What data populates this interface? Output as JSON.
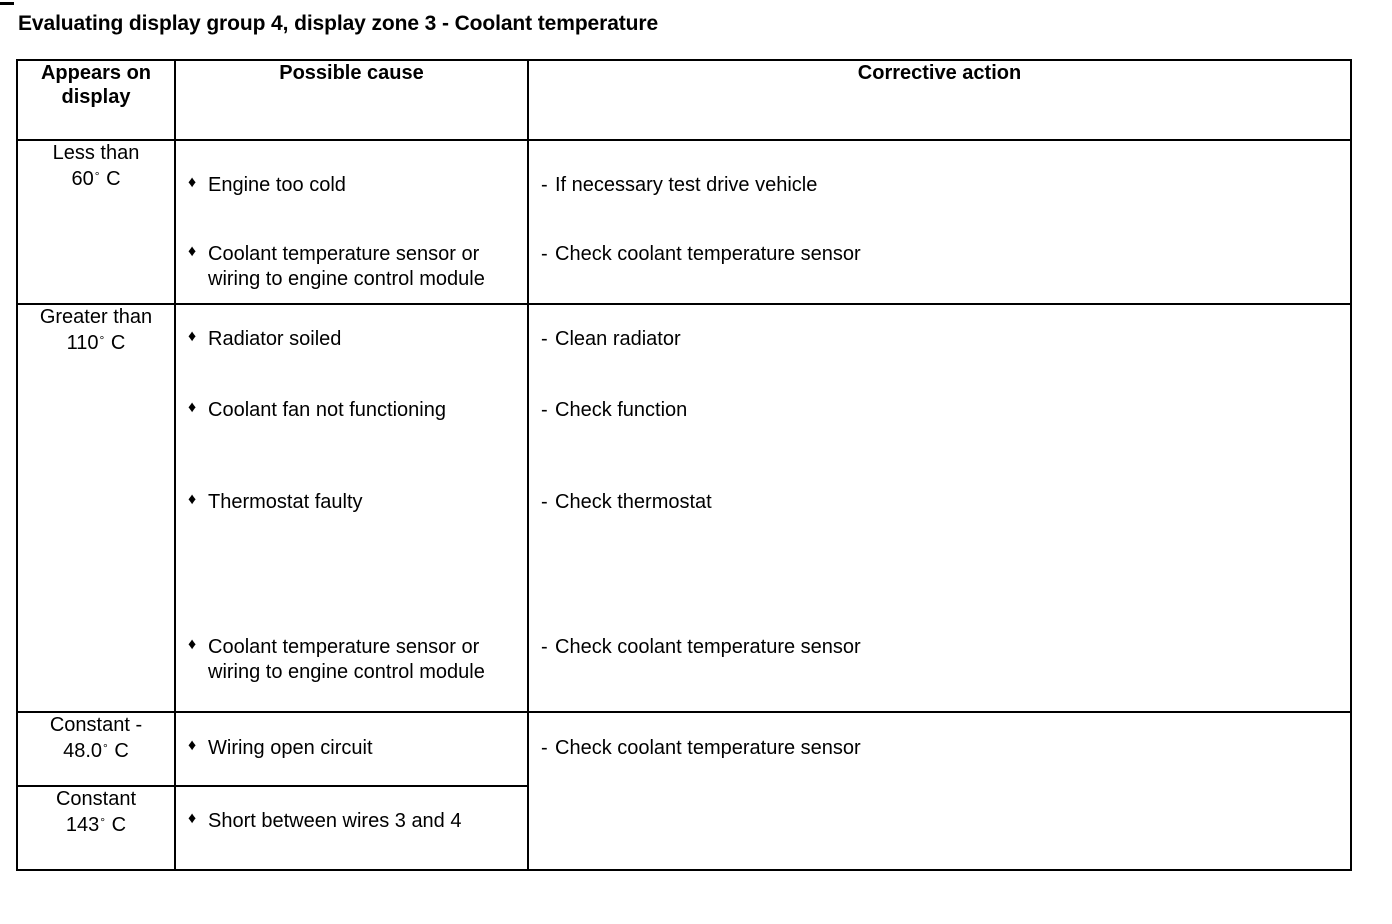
{
  "document": {
    "title": "Evaluating display group 4, display zone 3 - Coolant temperature"
  },
  "table": {
    "headers": {
      "display": "Appears on display",
      "display_line1": "Appears on",
      "display_line2": "display",
      "cause": "Possible cause",
      "action": "Corrective action"
    },
    "symbols": {
      "bullet": "♦",
      "dash": "-",
      "degree": "°"
    },
    "rows": [
      {
        "display_line1": "Less than",
        "display_value": "60",
        "display_unit": "C",
        "causes": [
          "Engine too cold",
          "Coolant temperature sensor or wiring to engine control module"
        ],
        "actions": [
          "If necessary test drive vehicle",
          "Check coolant temperature sensor"
        ]
      },
      {
        "display_line1": "Greater than",
        "display_value": "110",
        "display_unit": "C",
        "causes": [
          "Radiator soiled",
          "Coolant fan not functioning",
          "Thermostat faulty",
          "Coolant temperature sensor or wiring to engine control module"
        ],
        "actions": [
          "Clean radiator",
          "Check function",
          "Check thermostat",
          "Check coolant temperature sensor"
        ]
      },
      {
        "display_line1": "Constant -",
        "display_value": "48.0",
        "display_unit": "C",
        "causes": [
          "Wiring open circuit"
        ],
        "actions": [
          "Check coolant temperature sensor"
        ]
      },
      {
        "display_line1": "Constant",
        "display_value": "143",
        "display_unit": "C",
        "causes": [
          "Short between wires 3 and 4"
        ],
        "actions": []
      }
    ]
  }
}
